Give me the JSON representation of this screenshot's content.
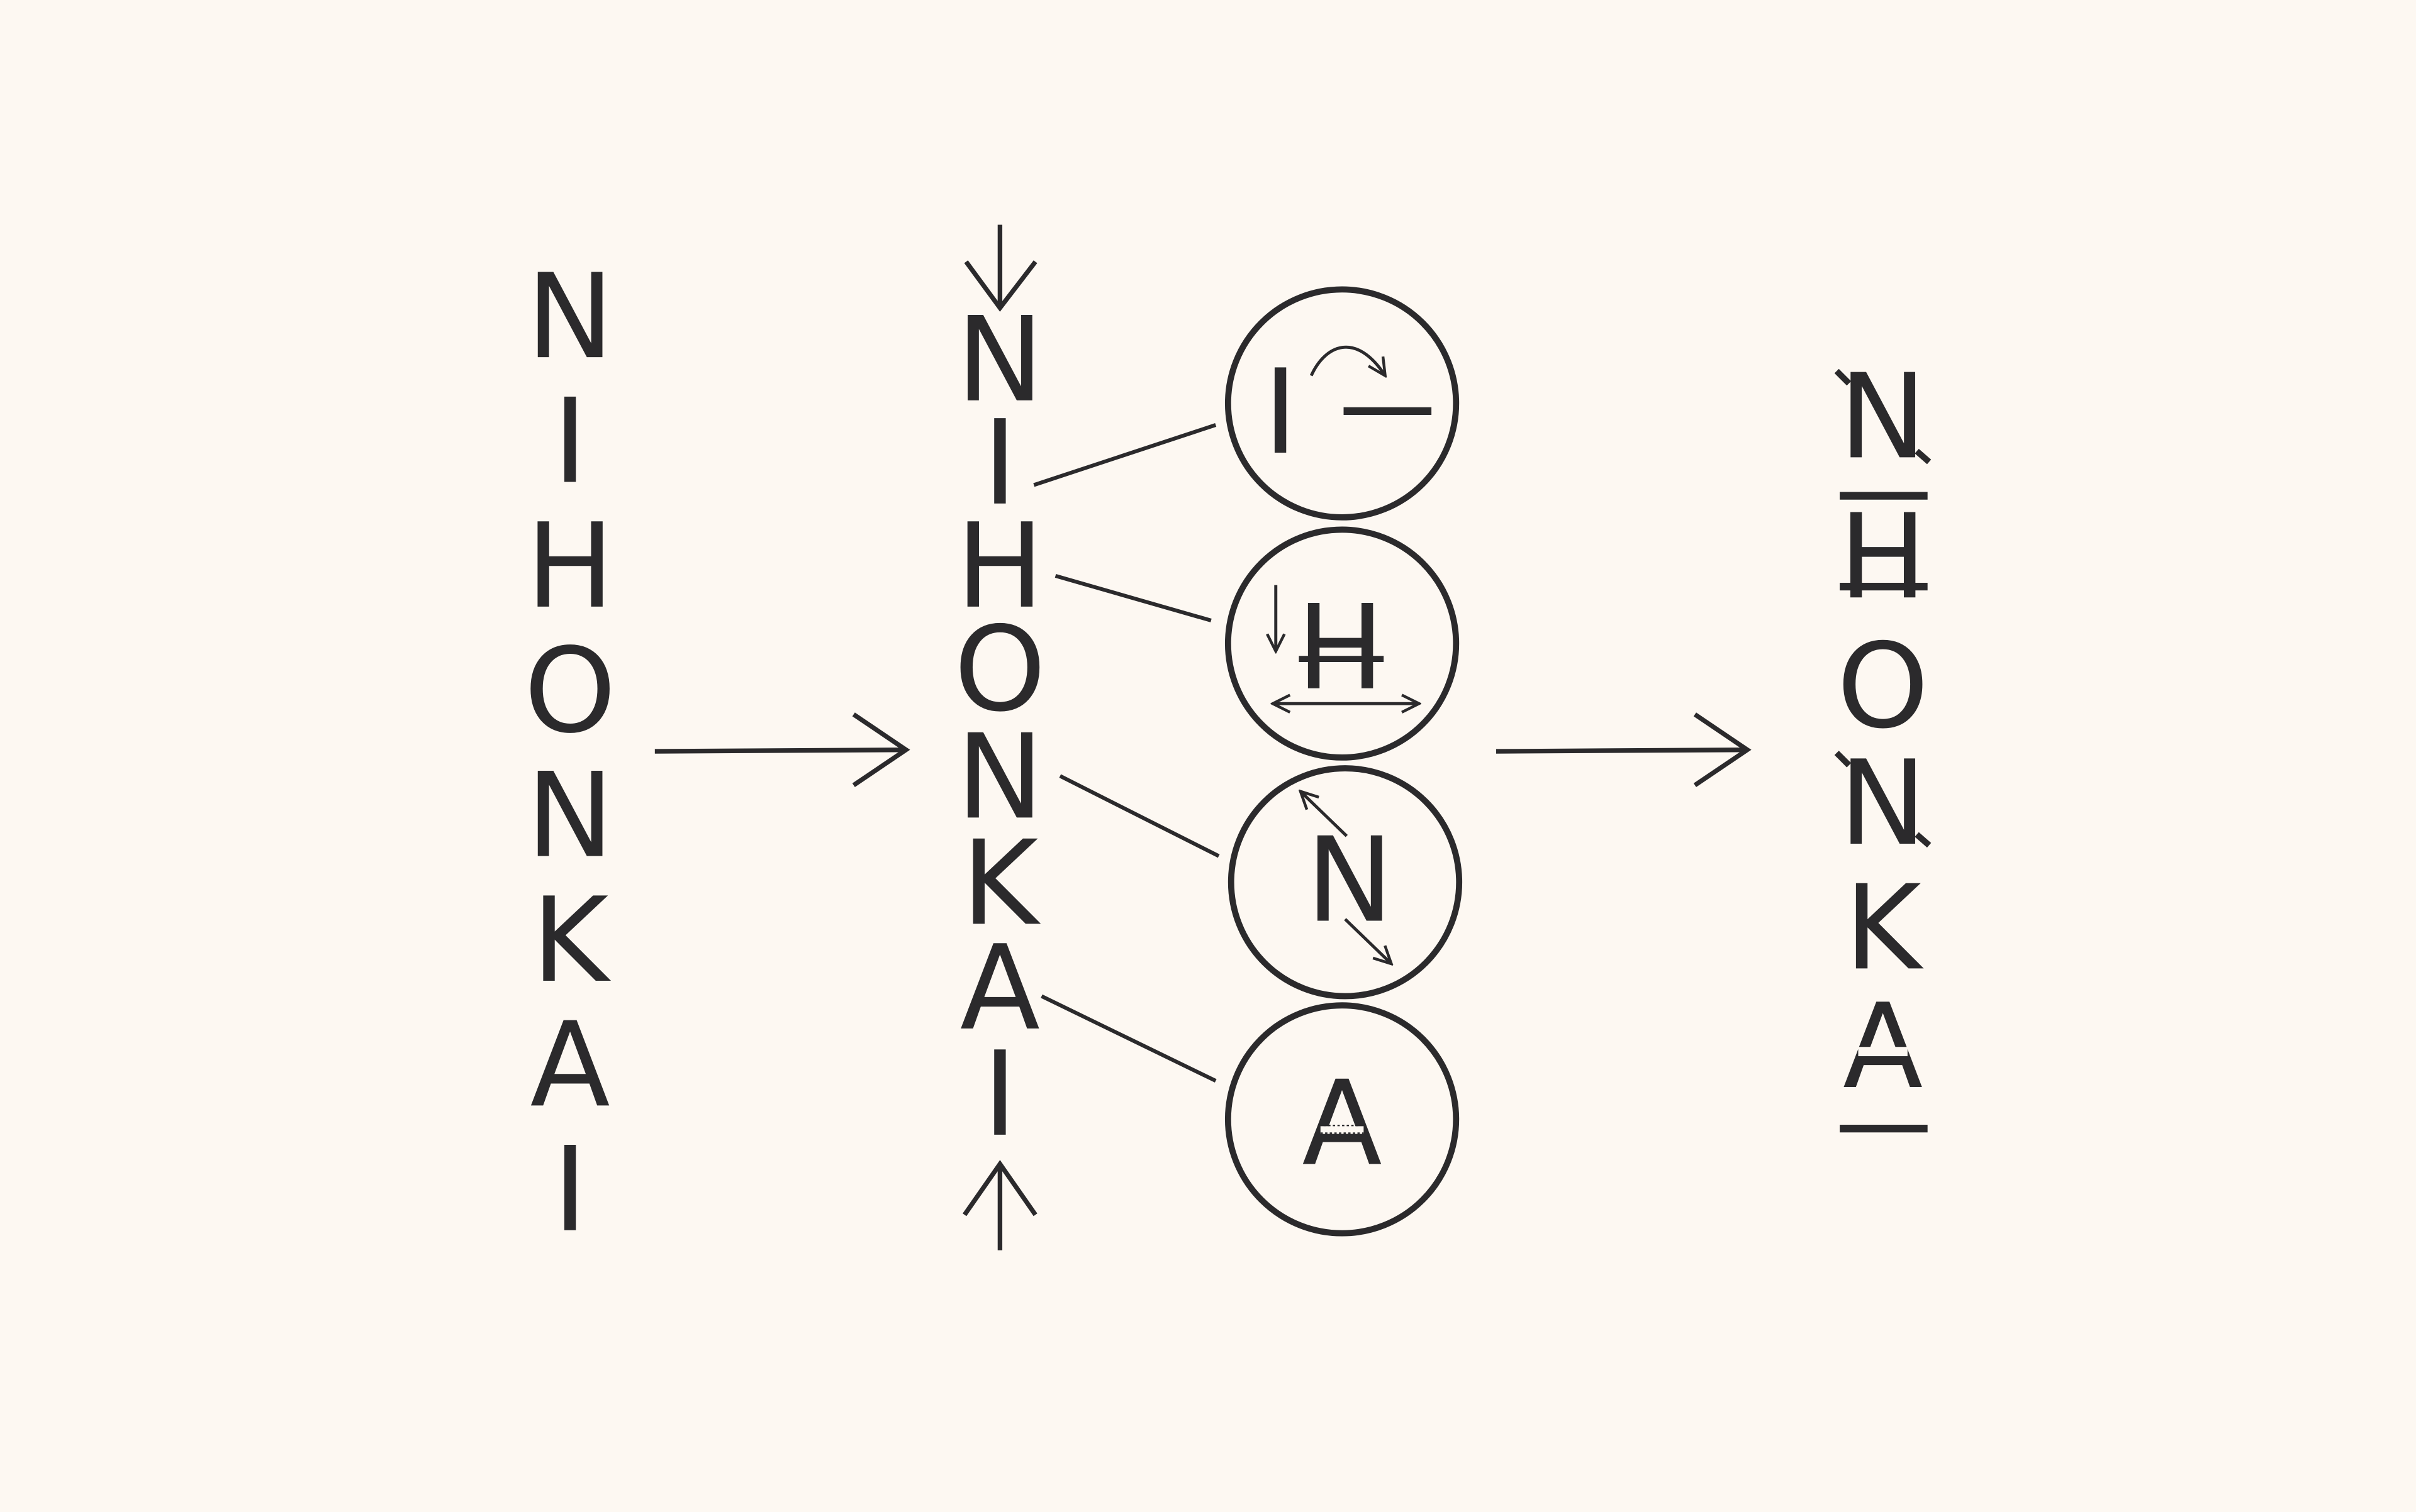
{
  "colors": {
    "background": "#fdf8f2",
    "ink": "#2b2a2c"
  },
  "word_original": {
    "letters": [
      "N",
      "I",
      "H",
      "O",
      "N",
      "K",
      "A",
      "I"
    ]
  },
  "word_annotated": {
    "letters": [
      "N",
      "I",
      "H",
      "O",
      "N",
      "K",
      "A",
      "I"
    ]
  },
  "detail_circles": {
    "items": [
      {
        "letter": "I",
        "note": "rotate-arrow-icon"
      },
      {
        "letter": "H",
        "note": "down-arrow-and-double-arrow-icon"
      },
      {
        "letter": "N",
        "note": "diagonal-arrows-icon"
      },
      {
        "letter": "A",
        "note": "crossbar-removed"
      }
    ]
  },
  "word_result": {
    "letters": [
      "N",
      "I",
      "H",
      "O",
      "N",
      "K",
      "A",
      "I"
    ]
  }
}
